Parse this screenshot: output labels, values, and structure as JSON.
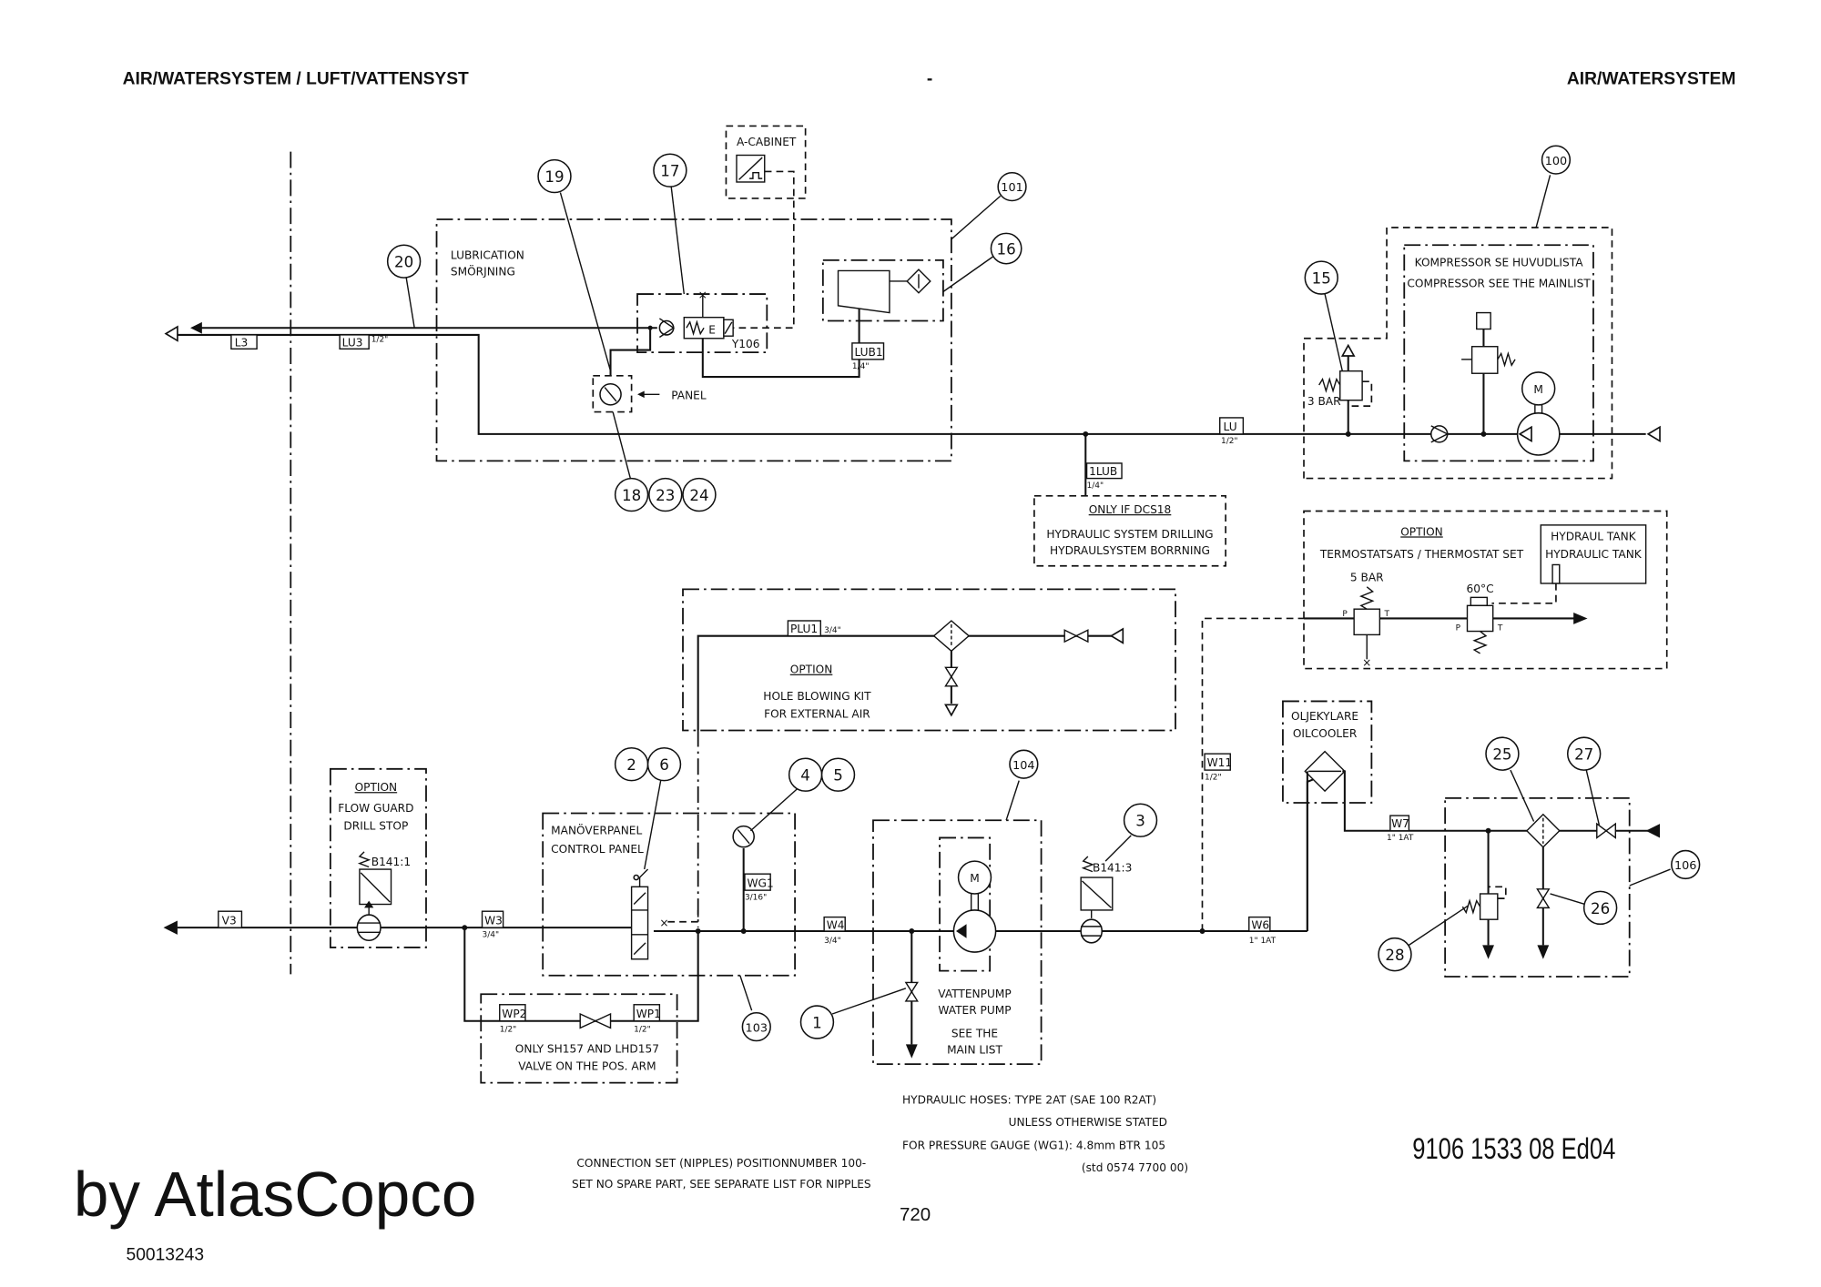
{
  "header": {
    "left_title": "AIR/WATERSYSTEM / LUFT/VATTENSYST",
    "center": "-",
    "right_title": "AIR/WATERSYSTEM"
  },
  "callouts": {
    "c1": "1",
    "c2": "2",
    "c3": "3",
    "c4": "4",
    "c5": "5",
    "c6": "6",
    "c15": "15",
    "c16": "16",
    "c17": "17",
    "c18": "18",
    "c19": "19",
    "c20": "20",
    "c23": "23",
    "c24": "24",
    "c25": "25",
    "c26": "26",
    "c27": "27",
    "c28": "28",
    "c100": "100",
    "c101": "101",
    "c103": "103",
    "c104": "104",
    "c106": "106"
  },
  "hose_labels": {
    "L3": "L3",
    "LU3": "LU3",
    "LU3_size": "1/2\"",
    "LUB1": "LUB1",
    "LUB1_size": "1/4\"",
    "LU": "LU",
    "LU_size": "1/2\"",
    "1LUB": "1LUB",
    "1LUB_size": "1/4\"",
    "PLU1": "PLU1",
    "PLU1_size": "3/4\"",
    "V3": "V3",
    "W3": "W3",
    "W3_size": "3/4\"",
    "WP2": "WP2",
    "WP2_size": "1/2\"",
    "WP1": "WP1",
    "WP1_size": "1/2\"",
    "WG1": "WG1",
    "WG1_size": "3/16\"",
    "W4": "W4",
    "W4_size": "3/4\"",
    "W11": "W11",
    "W11_size": "1/2\"",
    "W6": "W6",
    "W6_size": "1\" 1AT",
    "W7": "W7",
    "W7_size": "1\" 1AT"
  },
  "blocks": {
    "a_cabinet": "A-CABINET",
    "lubrication": [
      "LUBRICATION",
      "SMÖRJNING"
    ],
    "valve_id": "Y106",
    "panel": "PANEL",
    "only_if": {
      "title": "ONLY IF DCS18",
      "lines": [
        "HYDRAULIC SYSTEM DRILLING",
        "HYDRAULSYSTEM BORRNING"
      ]
    },
    "compressor": [
      "KOMPRESSOR SE HUVUDLISTA",
      "COMPRESSOR SEE THE MAINLIST"
    ],
    "relief_pressure": "3 BAR",
    "motor": "M",
    "thermostat": {
      "title": "OPTION",
      "subtitle": "TERMOSTATSATS / THERMOSTAT SET",
      "pressure": "5 BAR",
      "temperature": "60°C",
      "port_p": "P",
      "port_t": "T"
    },
    "hydraulic_tank": [
      "HYDRAUL TANK",
      "HYDRAULIC TANK"
    ],
    "hole_blowing": {
      "title": "OPTION",
      "lines": [
        "HOLE BLOWING KIT",
        "FOR EXTERNAL AIR"
      ]
    },
    "flow_guard": {
      "title": "OPTION",
      "lines": [
        "FLOW GUARD",
        "DRILL STOP"
      ],
      "sensor": "B141:1"
    },
    "control_panel": [
      "MANÖVERPANEL",
      "CONTROL PANEL"
    ],
    "water_pump": [
      "VATTENPUMP",
      "WATER PUMP",
      "SEE THE",
      "MAIN LIST"
    ],
    "sensor_3": "B141:3",
    "oilcooler": [
      "OLJEKYLARE",
      "OILCOOLER"
    ],
    "only_sh157": [
      "ONLY SH157 AND LHD157",
      "VALVE ON THE POS. ARM"
    ]
  },
  "notes": {
    "hoses": [
      "HYDRAULIC HOSES: TYPE 2AT (SAE 100 R2AT)",
      "UNLESS OTHERWISE STATED",
      "FOR PRESSURE GAUGE (WG1): 4.8mm BTR 105",
      "(std 0574 7700 00)"
    ],
    "connection": [
      "CONNECTION SET (NIPPLES) POSITIONNUMBER 100-",
      "SET NO SPARE PART, SEE SEPARATE LIST FOR NIPPLES"
    ]
  },
  "footer": {
    "doc_number": "9106 1533 08 Ed04",
    "page": "720",
    "drawing_id": "50013243",
    "watermark": "by AtlasCopco"
  }
}
